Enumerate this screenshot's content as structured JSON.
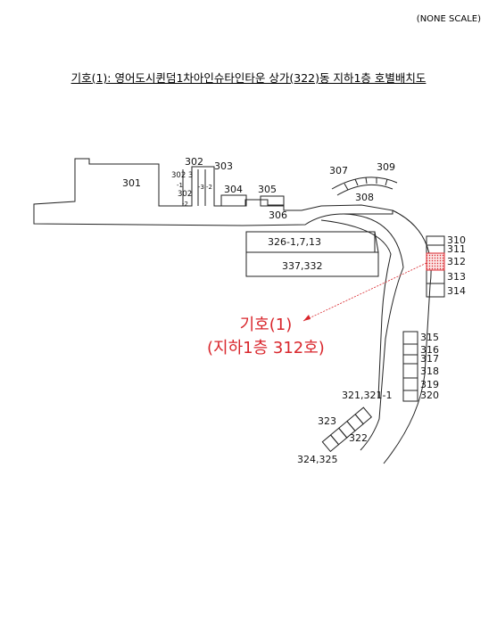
{
  "header": {
    "scale_note": "(NONE SCALE)",
    "title": "기호(1): 영어도시퀸덤1차아인슈타인타운 상가(322)동 지하1층 호별배치도"
  },
  "callout": {
    "line1": "기호(1)",
    "line2": "(지하1층 312호)",
    "color": "#d9262c"
  },
  "units": {
    "u301": "301",
    "u302": "302",
    "u303": "303",
    "u304": "304",
    "u305": "305",
    "u306": "306",
    "u307": "307",
    "u308": "308",
    "u309": "309",
    "u310": "310",
    "u311": "311",
    "u312": "312",
    "u313": "313",
    "u314": "314",
    "u315": "315",
    "u316": "316",
    "u317": "317",
    "u318": "318",
    "u319": "319",
    "u320": "320",
    "u321": "321,321-1",
    "u322": "322",
    "u323": "323",
    "u324": "324,325",
    "u326": "326-1,7,13",
    "u337": "337,332",
    "s302_3": "302 3",
    "s1": "-1",
    "s302": "302",
    "s2": "-2",
    "s3": "-3",
    "s2b": "-2"
  },
  "highlight_unit": "312"
}
